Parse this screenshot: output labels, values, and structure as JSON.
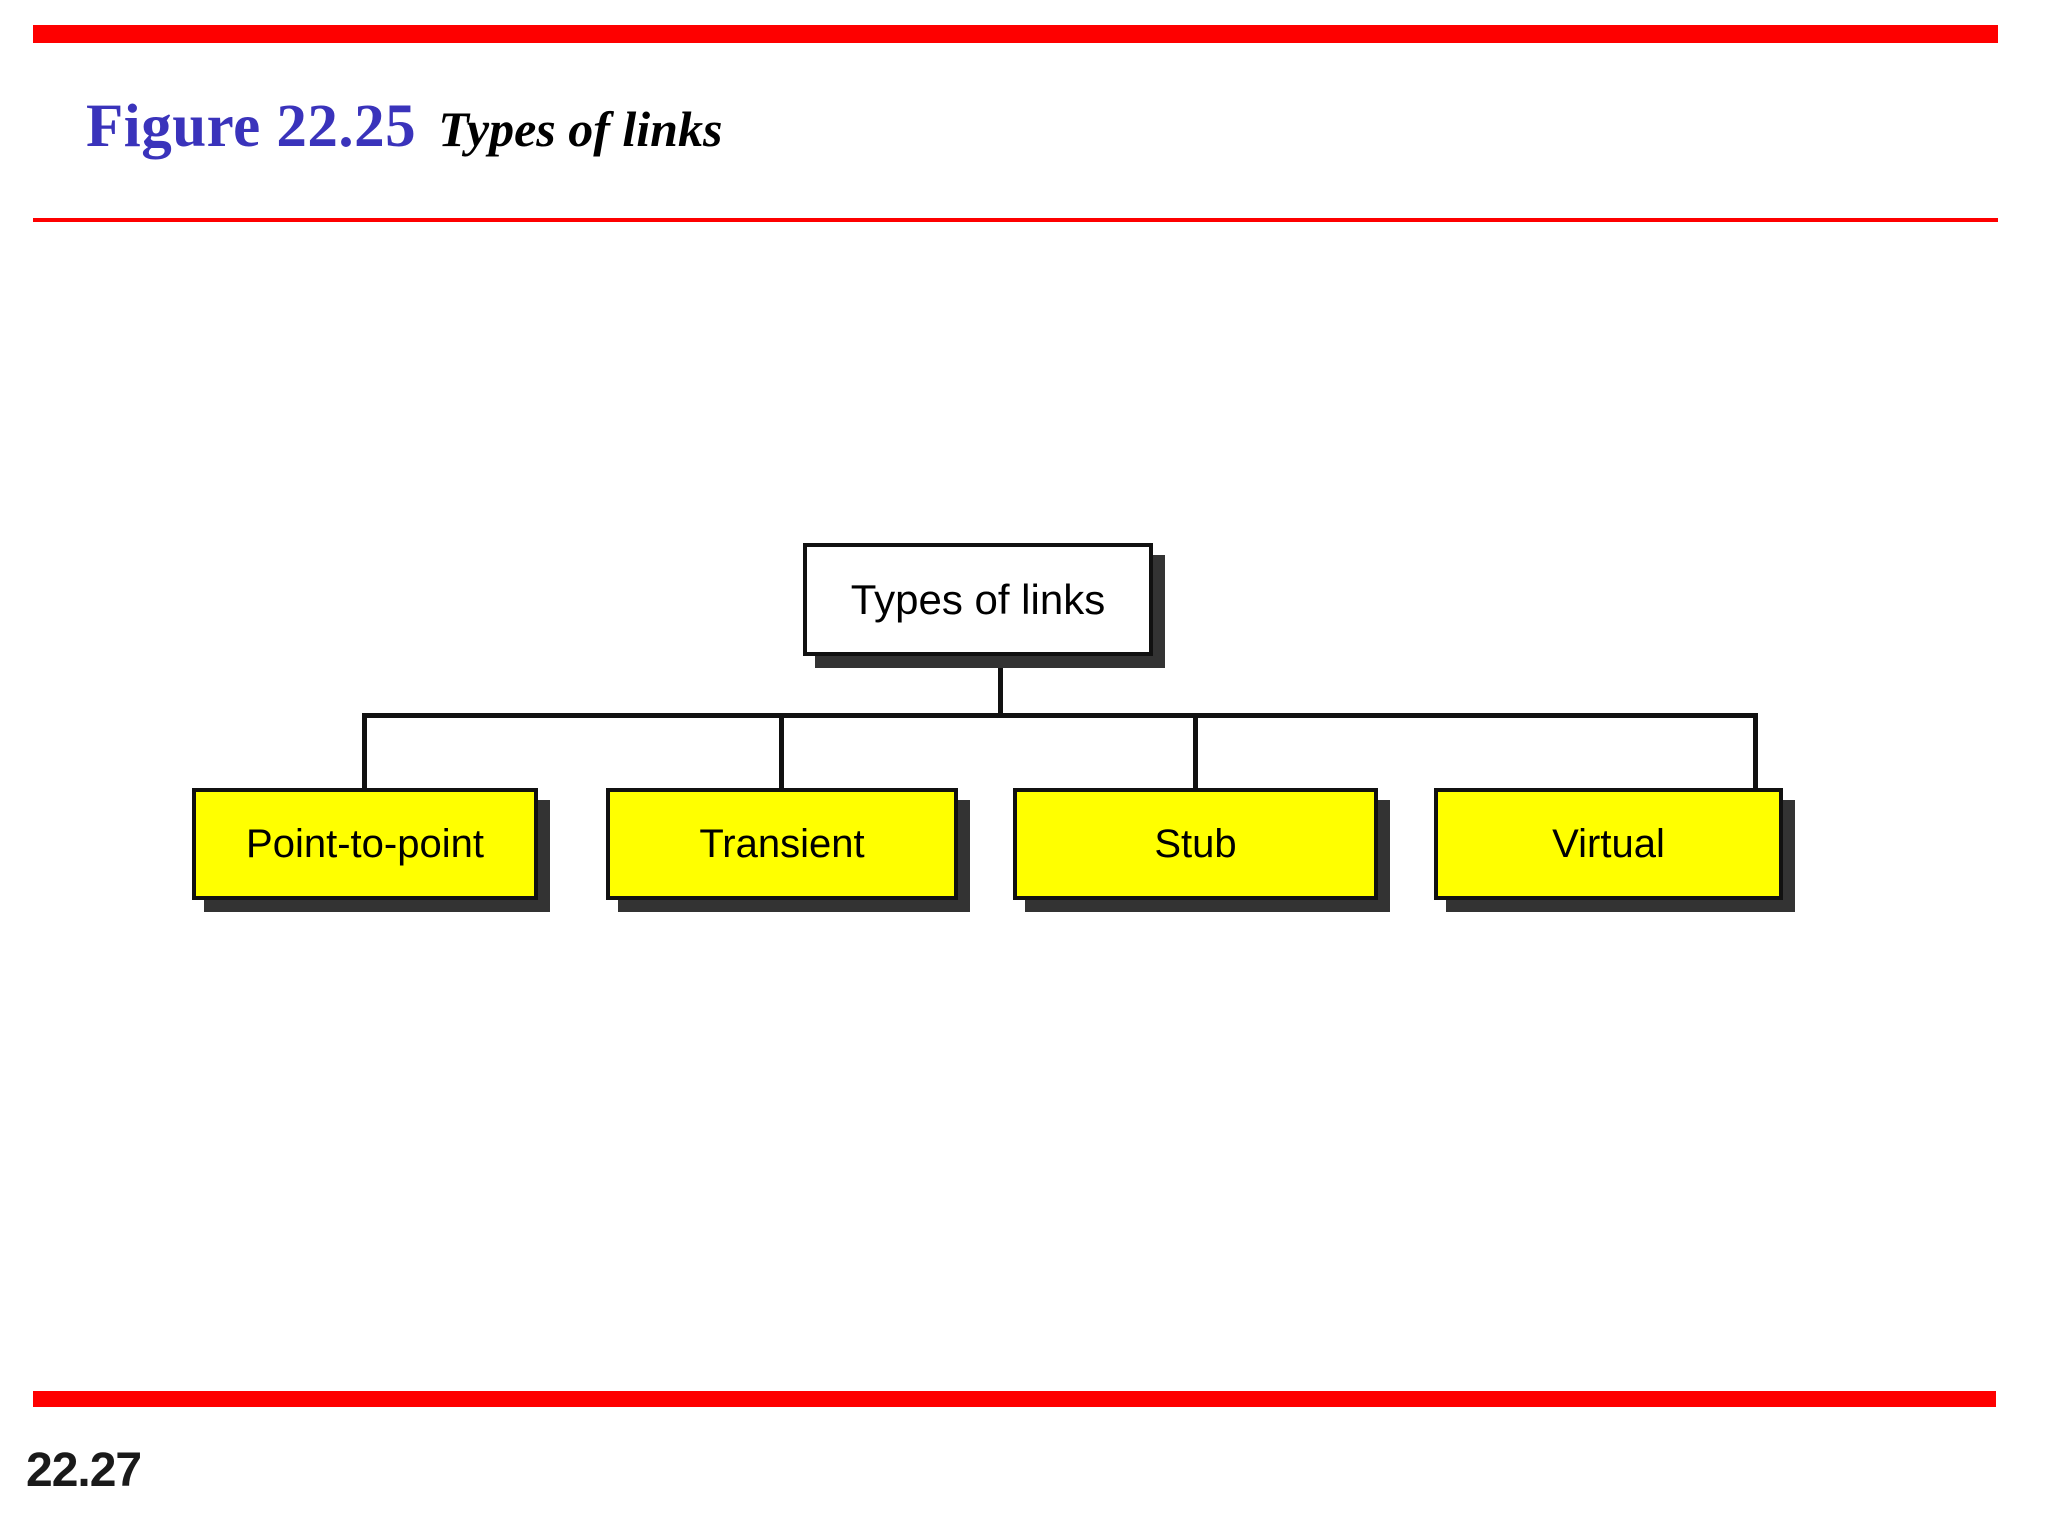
{
  "slide": {
    "figure_label": "Figure 22.25",
    "figure_caption": "Types of links",
    "page_number": "22.27",
    "colors": {
      "rule_red": "#fe0000",
      "figure_label_blue": "#3a33bb",
      "node_yellow": "#ffff00",
      "node_white": "#ffffff",
      "node_border": "#111111",
      "node_shadow": "#333333"
    }
  },
  "diagram": {
    "type": "tree",
    "root": {
      "label": "Types of links",
      "fill": "#ffffff"
    },
    "children": [
      {
        "label": "Point-to-point",
        "fill": "#ffff00"
      },
      {
        "label": "Transient",
        "fill": "#ffff00"
      },
      {
        "label": "Stub",
        "fill": "#ffff00"
      },
      {
        "label": "Virtual",
        "fill": "#ffff00"
      }
    ]
  }
}
